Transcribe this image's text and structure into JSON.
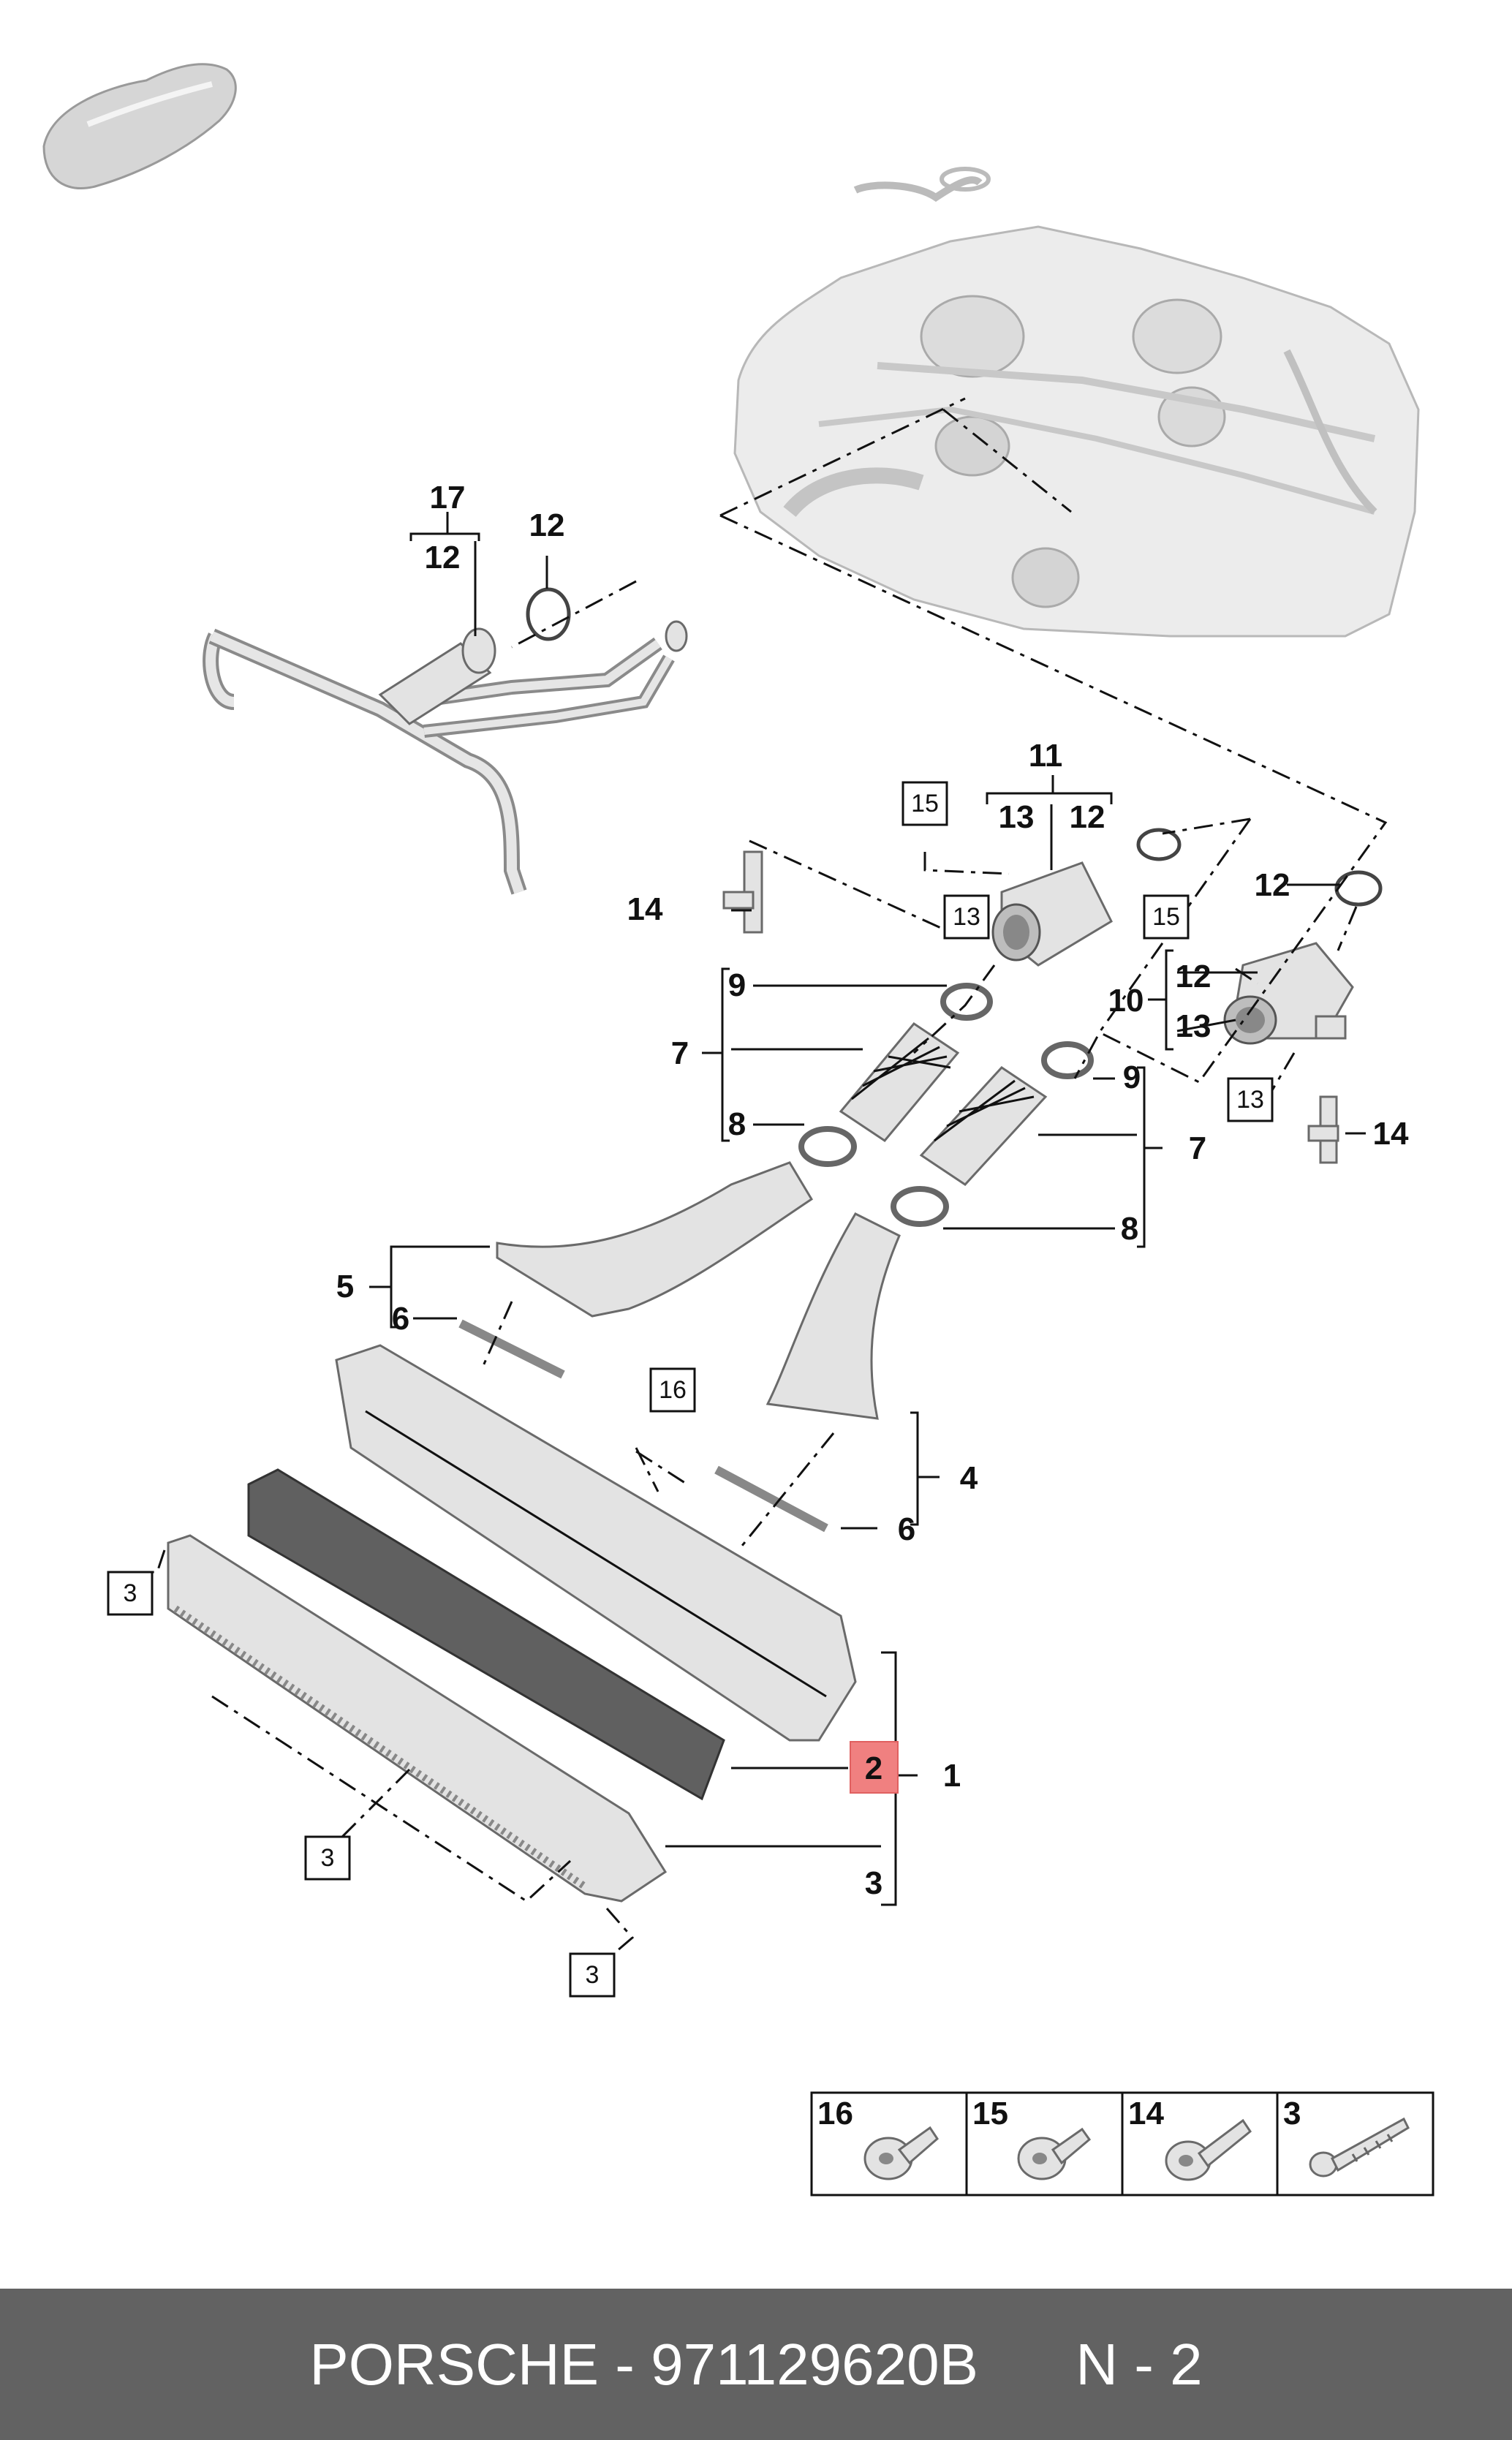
{
  "footer": {
    "brand": "PORSCHE",
    "separator": "-",
    "part_number": "971129620B",
    "page": "N - 2"
  },
  "callouts": {
    "c17": "17",
    "c12_hose": "12",
    "c12_hose_ring": "12",
    "c11": "11",
    "c13_top": "13",
    "c12_top": "12",
    "c15_top": "15",
    "c13_left": "13",
    "c14_left": "14",
    "c12_right": "12",
    "c15_right": "15",
    "c10": "10",
    "c12_right_b": "12",
    "c13_right": "13",
    "c13_right_box": "13",
    "c14_right": "14",
    "c9_left": "9",
    "c7_left": "7",
    "c8_left": "8",
    "c9_right": "9",
    "c7_right": "7",
    "c8_right": "8",
    "c5": "5",
    "c6_left": "6",
    "c16": "16",
    "c4": "4",
    "c6_right": "6",
    "c3_box_top": "3",
    "c2": "2",
    "c1": "1",
    "c3_box_mid": "3",
    "c3_right": "3",
    "c3_box_bottom": "3"
  },
  "fastener_table": [
    {
      "number": "16",
      "icon": "bolt-flat-icon"
    },
    {
      "number": "15",
      "icon": "bolt-flat-icon"
    },
    {
      "number": "14",
      "icon": "bolt-flange-icon"
    },
    {
      "number": "3",
      "icon": "screw-icon"
    }
  ],
  "colors": {
    "footer_bg": "#626262",
    "highlight": "#f08080",
    "part_fill": "#e3e3e3"
  }
}
